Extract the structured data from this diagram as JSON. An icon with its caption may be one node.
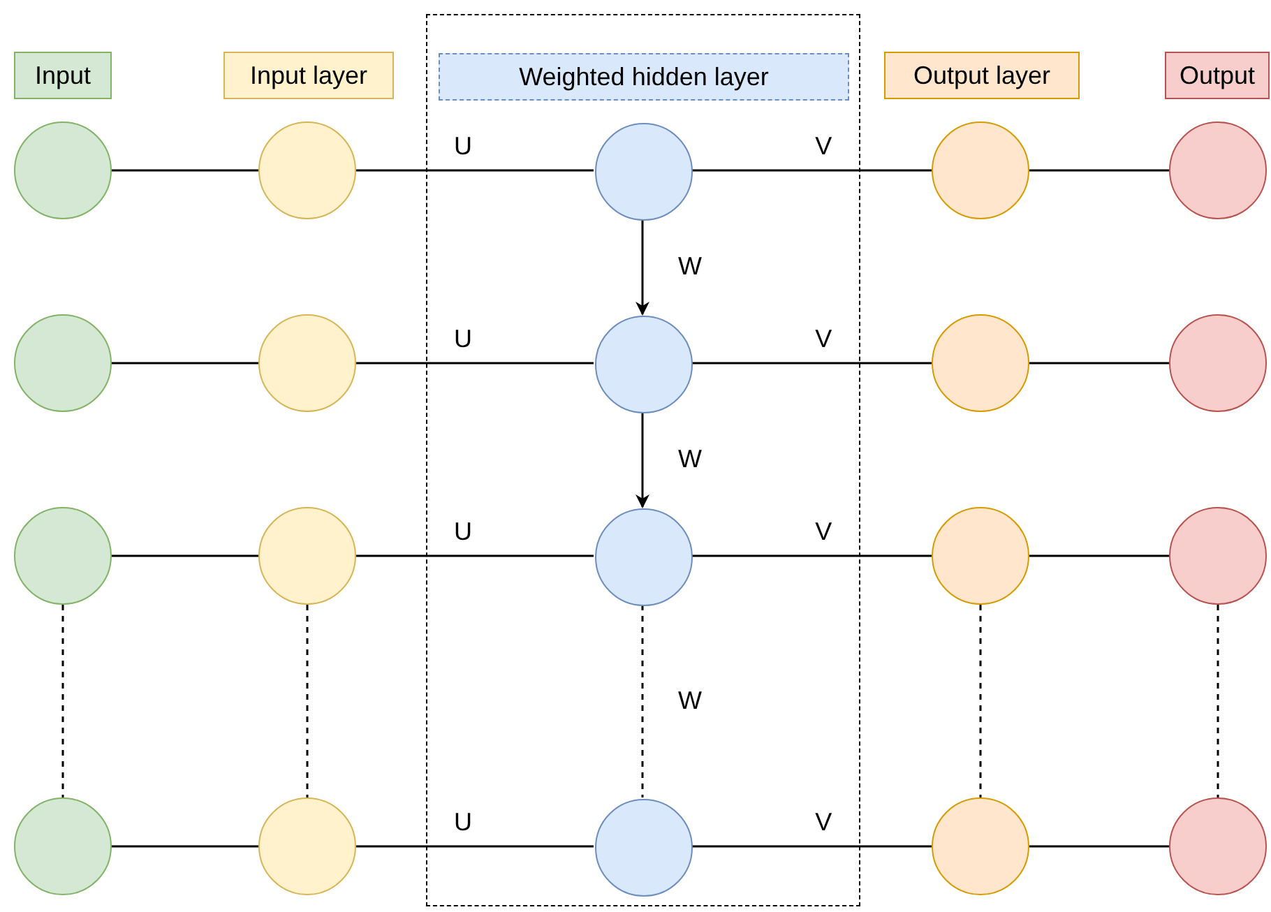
{
  "diagram": {
    "nodes": [
      {
        "text": [],
        "shape": "box"
      },
      {
        "text": [
          "Input"
        ]
      },
      {
        "text": [
          "Input layer"
        ]
      },
      {
        "text": [
          "Weighted hidden layer"
        ],
        "in": 0
      },
      {
        "text": [
          "Output layer"
        ]
      },
      {
        "text": [
          "Output"
        ]
      },
      {
        "text": [],
        "shape": "circle"
      },
      {
        "text": [],
        "shape": "circle"
      },
      {
        "text": [],
        "shape": "circle",
        "in": 0
      },
      {
        "text": [],
        "shape": "circle"
      },
      {
        "text": [],
        "shape": "circle"
      },
      {
        "text": [],
        "shape": "circle"
      },
      {
        "text": [],
        "shape": "circle"
      },
      {
        "text": [],
        "shape": "circle",
        "in": 0
      },
      {
        "text": [],
        "shape": "circle"
      },
      {
        "text": [],
        "shape": "circle"
      },
      {
        "text": [],
        "shape": "circle"
      },
      {
        "text": [],
        "shape": "circle"
      },
      {
        "text": [],
        "shape": "circle",
        "in": 0
      },
      {
        "text": [],
        "shape": "circle"
      },
      {
        "text": [],
        "shape": "circle"
      },
      {
        "text": [],
        "shape": "circle"
      },
      {
        "text": [],
        "shape": "circle"
      },
      {
        "text": [],
        "shape": "circle",
        "in": 0
      },
      {
        "text": [],
        "shape": "circle"
      },
      {
        "text": [],
        "shape": "circle"
      }
    ],
    "edges": [
      {
        "from": 6,
        "to": 7,
        "arrow": "none"
      },
      {
        "from": 7,
        "to": 8,
        "label": "U",
        "arrow": "none"
      },
      {
        "from": 8,
        "to": 9,
        "label": "V",
        "arrow": "none"
      },
      {
        "from": 9,
        "to": 10,
        "arrow": "none"
      },
      {
        "from": 11,
        "to": 12,
        "arrow": "none"
      },
      {
        "from": 12,
        "to": 13,
        "label": "U",
        "arrow": "none"
      },
      {
        "from": 13,
        "to": 14,
        "label": "V",
        "arrow": "none"
      },
      {
        "from": 14,
        "to": 15,
        "arrow": "none"
      },
      {
        "from": 16,
        "to": 17,
        "arrow": "none"
      },
      {
        "from": 17,
        "to": 18,
        "label": "U",
        "arrow": "none"
      },
      {
        "from": 18,
        "to": 19,
        "label": "V",
        "arrow": "none"
      },
      {
        "from": 19,
        "to": 20,
        "arrow": "none"
      },
      {
        "from": 21,
        "to": 22,
        "arrow": "none"
      },
      {
        "from": 22,
        "to": 23,
        "label": "U",
        "arrow": "none"
      },
      {
        "from": 23,
        "to": 24,
        "label": "V",
        "arrow": "none"
      },
      {
        "from": 24,
        "to": 25,
        "arrow": "none"
      },
      {
        "from": 8,
        "to": 13,
        "label": "W",
        "arrow": "to"
      },
      {
        "from": 13,
        "to": 18,
        "label": "W",
        "arrow": "to"
      },
      {
        "from": 18,
        "to": 23,
        "label": "W",
        "arrow": "none",
        "style": "dashed"
      },
      {
        "from": 16,
        "to": 21,
        "arrow": "none",
        "style": "dashed"
      },
      {
        "from": 17,
        "to": 22,
        "arrow": "none",
        "style": "dashed"
      },
      {
        "from": 19,
        "to": 24,
        "arrow": "none",
        "style": "dashed"
      },
      {
        "from": 20,
        "to": 25,
        "arrow": "none",
        "style": "dashed"
      }
    ]
  }
}
